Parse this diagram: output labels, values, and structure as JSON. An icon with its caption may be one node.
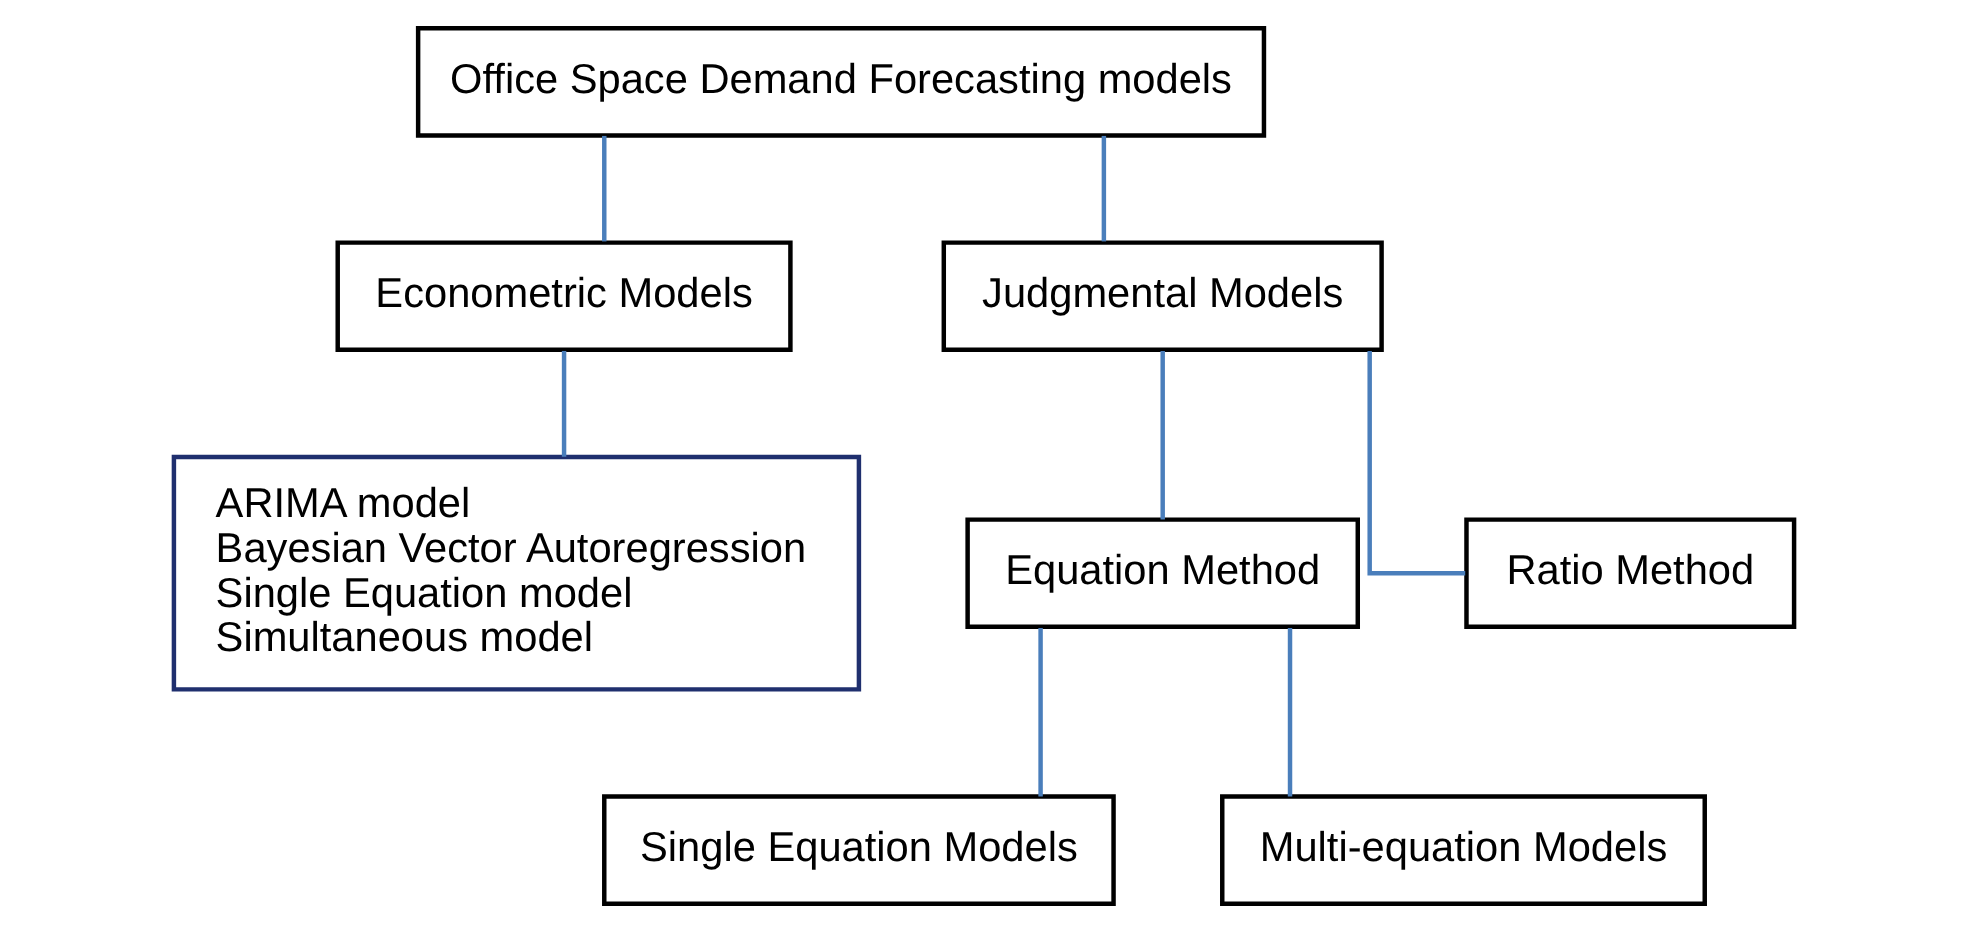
{
  "diagram": {
    "nodes": [
      {
        "text": [
          "Office Space Demand Forecasting models"
        ]
      },
      {
        "text": [
          "Econometric Models"
        ]
      },
      {
        "text": [
          "Judgmental Models"
        ]
      },
      {
        "text": [
          "ARIMA model",
          "Bayesian Vector Autoregression",
          "Single Equation model",
          "Simultaneous model"
        ]
      },
      {
        "text": [
          "Equation Method"
        ]
      },
      {
        "text": [
          "Ratio Method"
        ]
      },
      {
        "text": [
          "Single Equation Models"
        ]
      },
      {
        "text": [
          "Multi-equation Models"
        ]
      }
    ],
    "edges": [
      {
        "from": 0,
        "to": 1,
        "arrow": "none"
      },
      {
        "from": 0,
        "to": 2,
        "arrow": "none"
      },
      {
        "from": 1,
        "to": 3,
        "arrow": "none"
      },
      {
        "from": 2,
        "to": 4,
        "arrow": "none"
      },
      {
        "from": 2,
        "to": 5,
        "arrow": "none"
      },
      {
        "from": 4,
        "to": 6,
        "arrow": "none"
      },
      {
        "from": 4,
        "to": 7,
        "arrow": "none"
      }
    ]
  }
}
